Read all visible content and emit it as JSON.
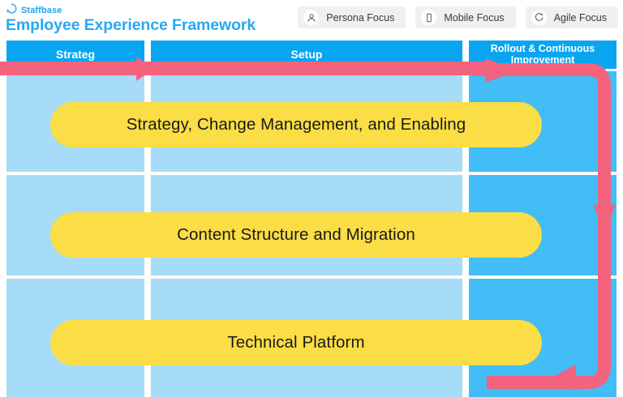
{
  "brand": {
    "name": "Staffbase",
    "logo_icon": "speech-bubble-icon",
    "color": "#1FA2F0"
  },
  "header": {
    "title": "Employee Experience Framework",
    "title_color": "#29A8F2"
  },
  "focus_buttons": [
    {
      "label": "Persona Focus",
      "icon": "person-icon"
    },
    {
      "label": "Mobile Focus",
      "icon": "mobile-phone-icon"
    },
    {
      "label": "Agile Focus",
      "icon": "refresh-circular-arrow-icon"
    }
  ],
  "matrix": {
    "columns": [
      {
        "id": "strategy",
        "label": "Strateg",
        "header_color": "#0AA5F0",
        "body_color": "#A6DCF8"
      },
      {
        "id": "setup",
        "label": "Setup",
        "header_color": "#0AA5F0",
        "body_color": "#A6DCF8"
      },
      {
        "id": "rollout",
        "label": "Rollout & Continuous Improvement",
        "header_color": "#0AA5F0",
        "body_color": "#42BDF5"
      }
    ],
    "rows": [
      {
        "id": "strategy-change-enabling",
        "label": "Strategy, Change Management, and Enabling"
      },
      {
        "id": "content-structure-migration",
        "label": "Content Structure and Migration"
      },
      {
        "id": "technical-platform",
        "label": "Technical Platform"
      }
    ],
    "pill_color": "#FBDD45",
    "flow_arrow_color": "#F4637E"
  }
}
